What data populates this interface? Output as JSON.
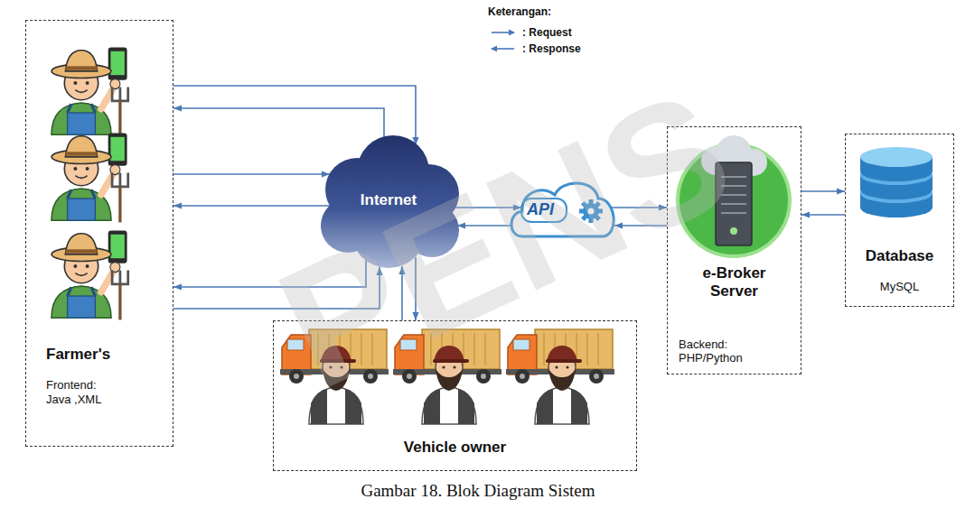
{
  "diagram": {
    "caption": "Gambar 18. Blok Diagram Sistem",
    "nodes": [
      {
        "text": [
          "Farmer's",
          "Frontend: Java ,XML"
        ]
      },
      {
        "text": [
          "Internet"
        ]
      },
      {
        "text": [
          "API"
        ]
      },
      {
        "text": [
          "e-Broker Server",
          "Backend: PHP/Python"
        ]
      },
      {
        "text": [
          "Database",
          "MySQL"
        ]
      },
      {
        "text": [
          "Vehicle owner"
        ]
      }
    ],
    "edges": [
      {
        "from": 0,
        "to": 1,
        "arrow": "to"
      },
      {
        "from": 1,
        "to": 0,
        "arrow": "to"
      },
      {
        "from": 0,
        "to": 1,
        "arrow": "to"
      },
      {
        "from": 1,
        "to": 0,
        "arrow": "to"
      },
      {
        "from": 0,
        "to": 1,
        "arrow": "to"
      },
      {
        "from": 1,
        "to": 0,
        "arrow": "to"
      },
      {
        "from": 1,
        "to": 2,
        "arrow": "to"
      },
      {
        "from": 2,
        "to": 1,
        "arrow": "to"
      },
      {
        "from": 2,
        "to": 3,
        "arrow": "to"
      },
      {
        "from": 3,
        "to": 2,
        "arrow": "to"
      },
      {
        "from": 3,
        "to": 4,
        "arrow": "to"
      },
      {
        "from": 4,
        "to": 3,
        "arrow": "to"
      },
      {
        "from": 5,
        "to": 1,
        "arrow": "to"
      },
      {
        "from": 1,
        "to": 5,
        "arrow": "to"
      }
    ],
    "labels": [
      "Keterangan:",
      "PENS"
    ],
    "legend": [
      {
        "text": ": Request"
      },
      {
        "text": ": Response"
      }
    ]
  }
}
